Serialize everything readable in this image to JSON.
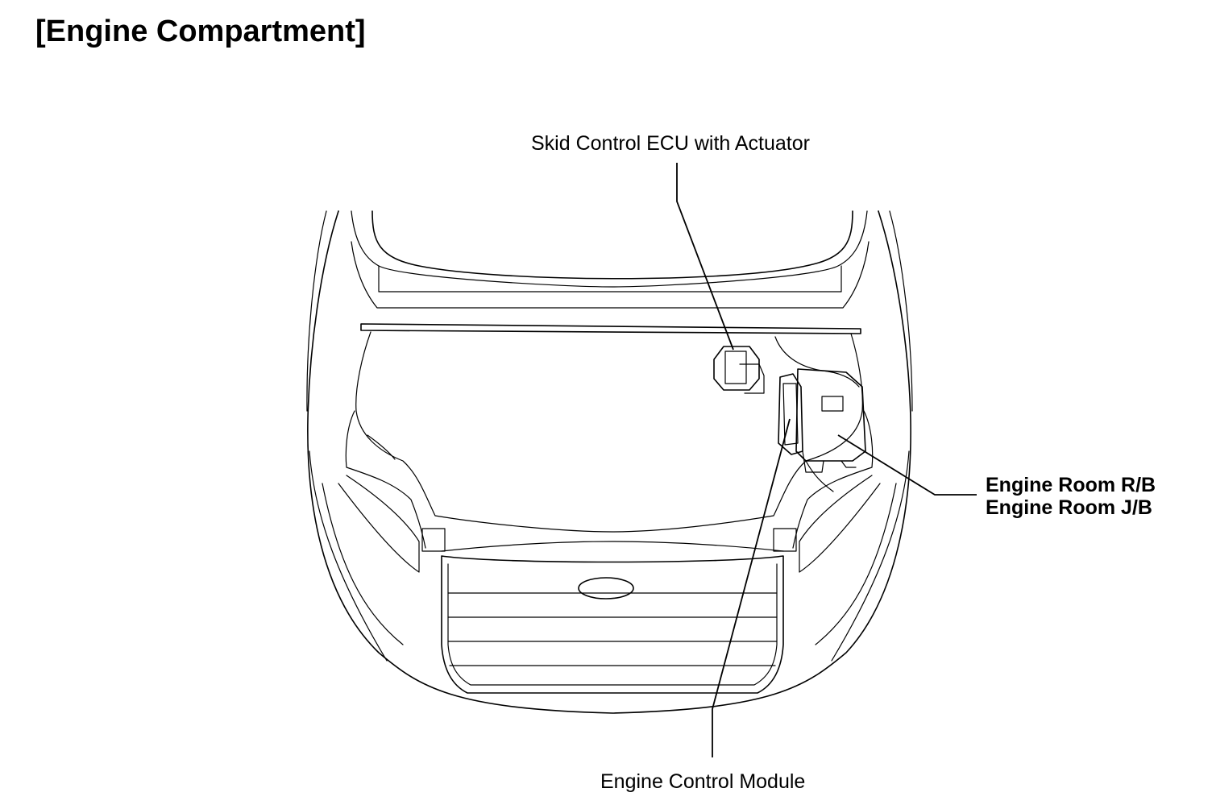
{
  "title": "[Engine Compartment]",
  "callouts": {
    "skid_control": "Skid Control ECU with Actuator",
    "engine_room_rb": "Engine Room R/B",
    "engine_room_jb": "Engine Room J/B",
    "engine_control_module": "Engine Control Module"
  }
}
